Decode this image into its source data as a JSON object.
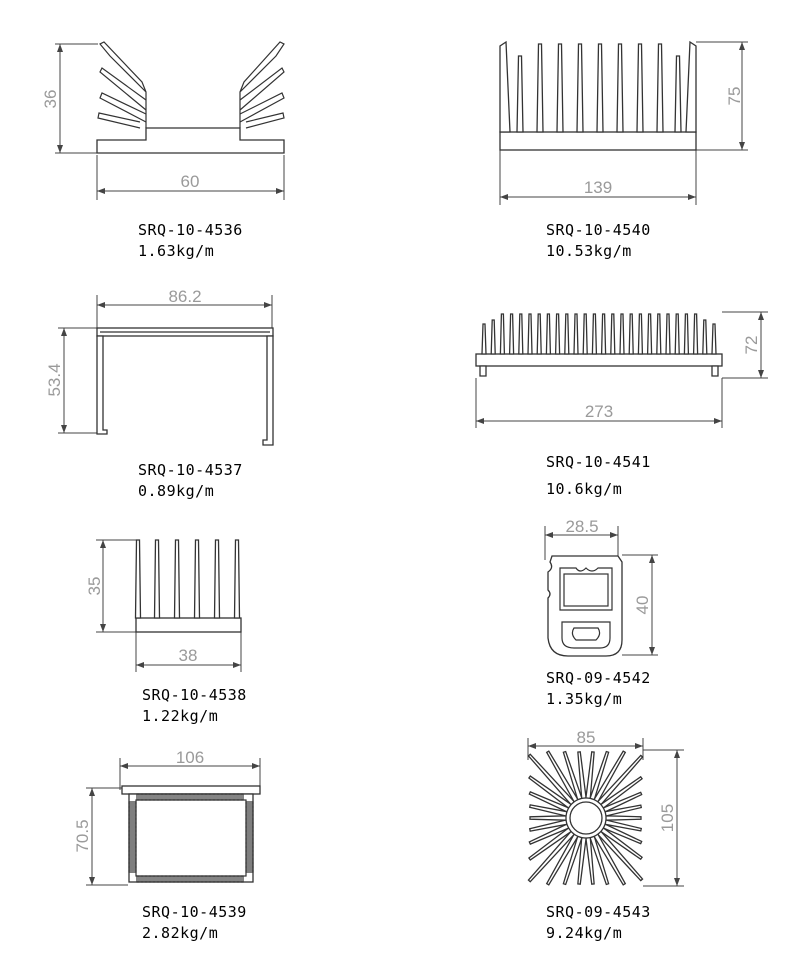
{
  "profiles": [
    {
      "code": "SRQ-10-4536",
      "weight": "1.63kg/m",
      "dims": {
        "width": "60",
        "height": "36"
      }
    },
    {
      "code": "SRQ-10-4540",
      "weight": "10.53kg/m",
      "dims": {
        "width": "139",
        "height": "75"
      }
    },
    {
      "code": "SRQ-10-4537",
      "weight": "0.89kg/m",
      "dims": {
        "width": "86.2",
        "height": "53.4"
      }
    },
    {
      "code": "SRQ-10-4541",
      "weight": "10.6kg/m",
      "dims": {
        "width": "273",
        "height": "72"
      }
    },
    {
      "code": "SRQ-10-4538",
      "weight": "1.22kg/m",
      "dims": {
        "width": "38",
        "height": "35"
      }
    },
    {
      "code": "SRQ-09-4542",
      "weight": "1.35kg/m",
      "dims": {
        "width": "28.5",
        "height": "40"
      }
    },
    {
      "code": "SRQ-10-4539",
      "weight": "2.82kg/m",
      "dims": {
        "width": "106",
        "height": "70.5"
      }
    },
    {
      "code": "SRQ-09-4543",
      "weight": "9.24kg/m",
      "dims": {
        "width": "85",
        "height": "105"
      }
    }
  ]
}
